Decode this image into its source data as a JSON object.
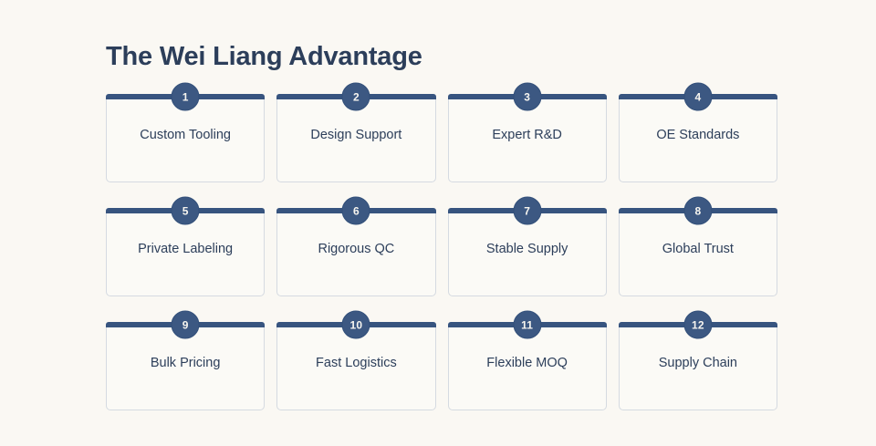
{
  "page": {
    "background_color": "#faf8f3",
    "title": "The Wei Liang Advantage"
  },
  "theme": {
    "accent_color": "#37547f",
    "badge_color": "#3c5882",
    "text_color": "#2c3e5a",
    "card_background": "#fbfaf6",
    "card_border_color": "#d5dae1",
    "badge_text_color": "#f7f5ef"
  },
  "grid": {
    "columns": 4,
    "rows": 3,
    "cards": [
      {
        "number": "1",
        "label": "Custom Tooling"
      },
      {
        "number": "2",
        "label": "Design Support"
      },
      {
        "number": "3",
        "label": "Expert R&D"
      },
      {
        "number": "4",
        "label": "OE Standards"
      },
      {
        "number": "5",
        "label": "Private Labeling"
      },
      {
        "number": "6",
        "label": "Rigorous QC"
      },
      {
        "number": "7",
        "label": "Stable Supply"
      },
      {
        "number": "8",
        "label": "Global Trust"
      },
      {
        "number": "9",
        "label": "Bulk Pricing"
      },
      {
        "number": "10",
        "label": "Fast Logistics"
      },
      {
        "number": "11",
        "label": "Flexible MOQ"
      },
      {
        "number": "12",
        "label": "Supply Chain"
      }
    ]
  }
}
